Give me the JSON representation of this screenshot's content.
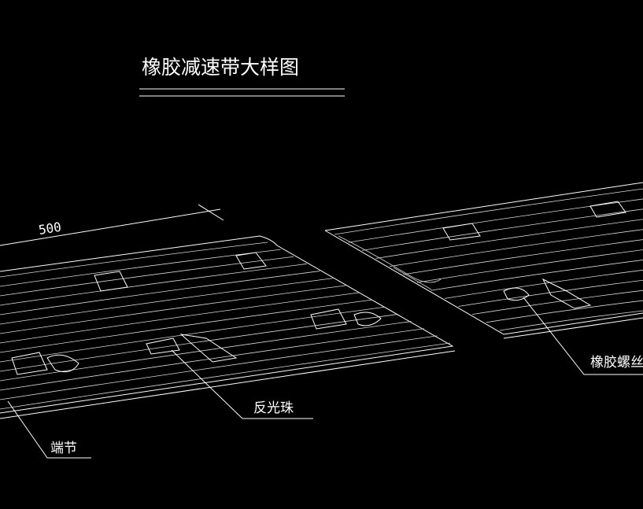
{
  "drawing": {
    "title": "橡胶减速带大样图",
    "dimension": "500",
    "labels": {
      "end_cap": "端节",
      "reflector": "反光珠",
      "rubber_screw": "橡胶螺丝"
    }
  },
  "colors": {
    "background": "#000000",
    "line": "#ffffff"
  }
}
